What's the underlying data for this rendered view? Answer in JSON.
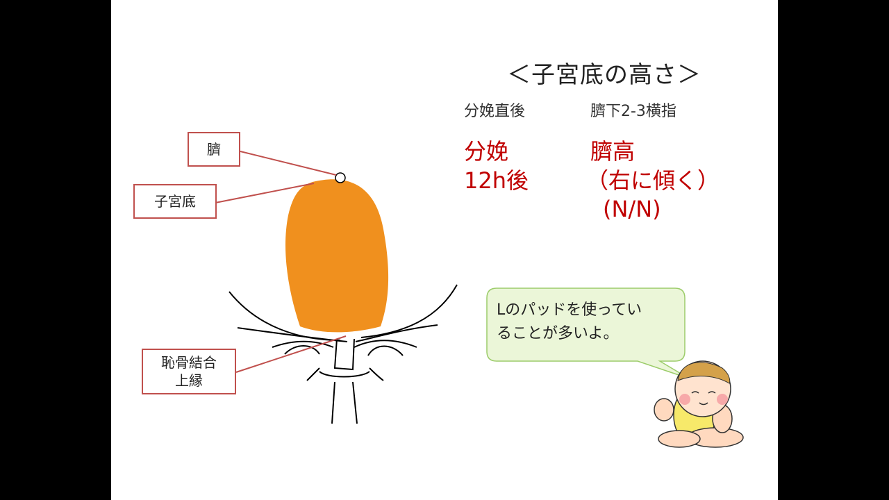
{
  "title": "＜子宮底の高さ＞",
  "rows": [
    {
      "timing": "分娩直後",
      "height": "臍下2-3横指"
    }
  ],
  "highlight": {
    "timing_lines": [
      "分娩",
      "12h後"
    ],
    "height_lines": [
      "臍高",
      "（右に傾く）",
      "(N/N)"
    ]
  },
  "labels": {
    "navel": "臍",
    "fundus": "子宮底",
    "pubic_line1": "恥骨結合",
    "pubic_line2": "上縁"
  },
  "speech_bubble": {
    "line1": "Lのパッドを使ってい",
    "line2": "ることが多いよ。"
  },
  "colors": {
    "uterus": "#f0901e",
    "label_border": "#c0504d",
    "highlight_text": "#c00000",
    "bubble_fill": "#ebf6d8",
    "bubble_border": "#9ccc6a"
  }
}
